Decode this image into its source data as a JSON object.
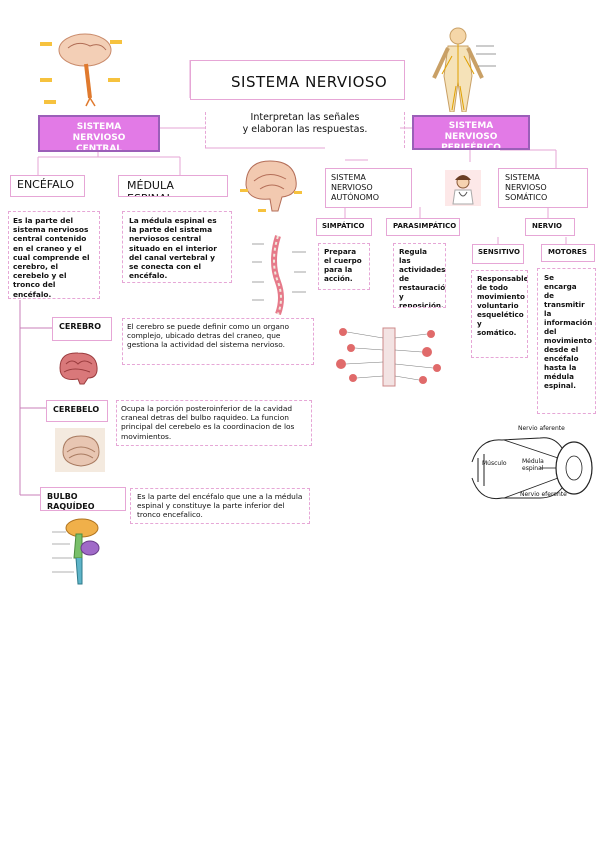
{
  "title": "SISTEMA NERVIOSO",
  "subtitle_line1": "Interpretan las señales",
  "subtitle_line2": "y elaboran las respuestas.",
  "central": "SISTEMA NERVIOSO CENTRAL",
  "peripheral": "SISTEMA NERVIOSO PERIFÉRICO",
  "encefalo": {
    "label": "ENCÉFALO",
    "desc": "Es la parte del sistema nerviosos central contenido en el craneo y el cual comprende el cerebro, el cerebelo y el tronco del encéfalo."
  },
  "medula": {
    "label": "MÉDULA ESPINAL",
    "desc": "La médula espinal es la parte del sistema nerviosos central situado en el interior del canal vertebral y se conecta con el encéfalo."
  },
  "cerebro": {
    "label": "CEREBRO",
    "desc": "El cerebro se puede definir como un organo complejo, ubicado detras del craneo, que gestiona la actividad del sistema nervioso."
  },
  "cerebelo": {
    "label": "CEREBELO",
    "desc": "Ocupa la porción posteroinferior de la cavidad craneal detras del bulbo raquideo. La funcion principal del cerebelo es la coordinacion de los movimientos."
  },
  "bulbo": {
    "label": "BULBO RAQUÍDEO",
    "desc": "Es la parte del encéfalo que une a la médula espinal y constituye la parte inferior del tronco encefalico."
  },
  "autonomo": "SISTEMA NERVIOSO AUTÓNOMO",
  "somatico": "SISTEMA NERVIOSO SOMÁTICO",
  "simpatico": {
    "label": "SIMPÁTICO",
    "desc": "Prepara el cuerpo para la acción."
  },
  "parasimpatico": {
    "label": "PARASIMPÁTICO",
    "desc": "Regula las actividades de restauración y reposición."
  },
  "nervio": "NERVIO",
  "sensitivo": {
    "label": "SENSITIVO",
    "desc": "Responsables de todo movimiento voluntario esquelético y somático."
  },
  "motores": {
    "label": "MOTORES",
    "desc": "Se encarga de transmitir la información del movimiento desde el encéfalo hasta la médula espinal."
  },
  "diagram_labels": {
    "afferent": "Nervio aferente",
    "muscle": "Músculo",
    "spinal": "Médula espinal",
    "efferent": "Nervio eferente"
  },
  "colors": {
    "magenta": "#e27ae6",
    "border_pink": "#e6a6d6",
    "border_purple": "#9b5fb8"
  }
}
